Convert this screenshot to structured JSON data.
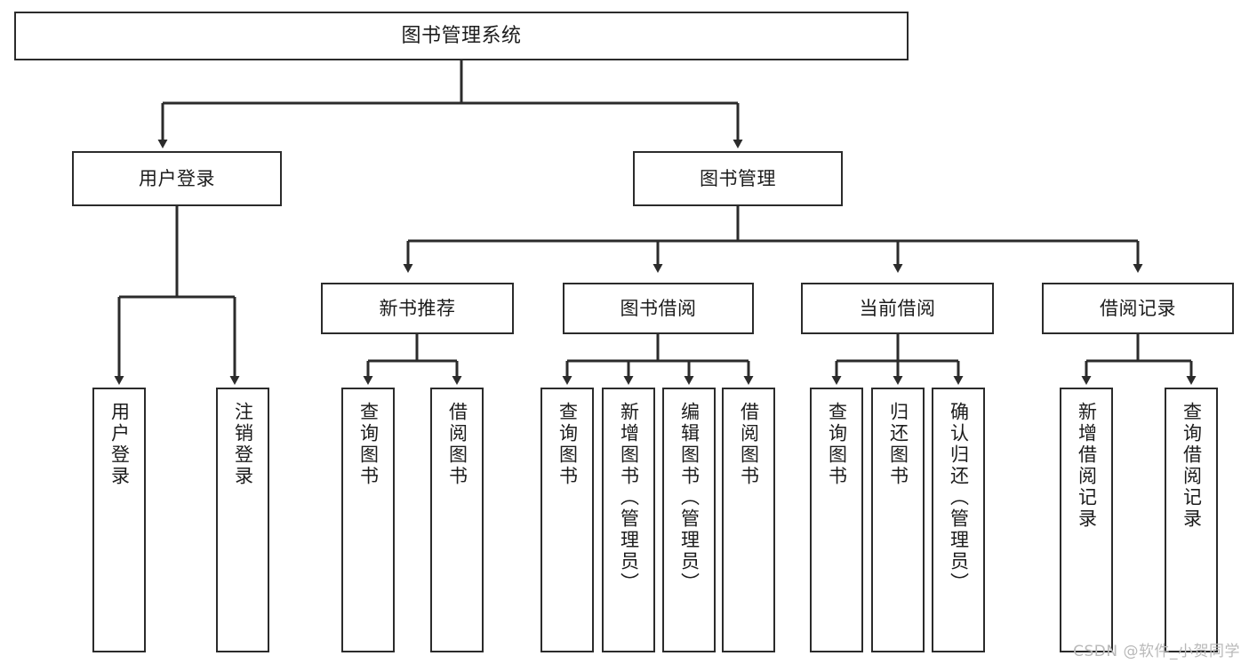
{
  "diagram": {
    "title": "图书管理系统",
    "type": "tree-hierarchy",
    "watermark": "CSDN @软件_小贺同学",
    "colors": {
      "box_border": "#2b2b2b",
      "box_fill": "#ffffff",
      "line": "#2b2b2b",
      "text": "#1c1c1c",
      "watermark": "#b9b9b9",
      "background": "#ffffff"
    },
    "root": {
      "label": "图书管理系统"
    },
    "level2": [
      {
        "label": "用户登录"
      },
      {
        "label": "图书管理"
      }
    ],
    "level3": [
      {
        "label": "新书推荐"
      },
      {
        "label": "图书借阅"
      },
      {
        "label": "当前借阅"
      },
      {
        "label": "借阅记录"
      }
    ],
    "leaves": {
      "user_login": [
        {
          "label": "用户登录"
        },
        {
          "label": "注销登录"
        }
      ],
      "new_book_recommend": [
        {
          "label": "查询图书"
        },
        {
          "label": "借阅图书"
        }
      ],
      "book_borrow": [
        {
          "label": "查询图书"
        },
        {
          "label": "新增图书（管理员）"
        },
        {
          "label": "编辑图书（管理员）"
        },
        {
          "label": "借阅图书"
        }
      ],
      "current_borrow": [
        {
          "label": "查询图书"
        },
        {
          "label": "归还图书"
        },
        {
          "label": "确认归还（管理员）"
        }
      ],
      "borrow_record": [
        {
          "label": "新增借阅记录"
        },
        {
          "label": "查询借阅记录"
        }
      ]
    }
  }
}
